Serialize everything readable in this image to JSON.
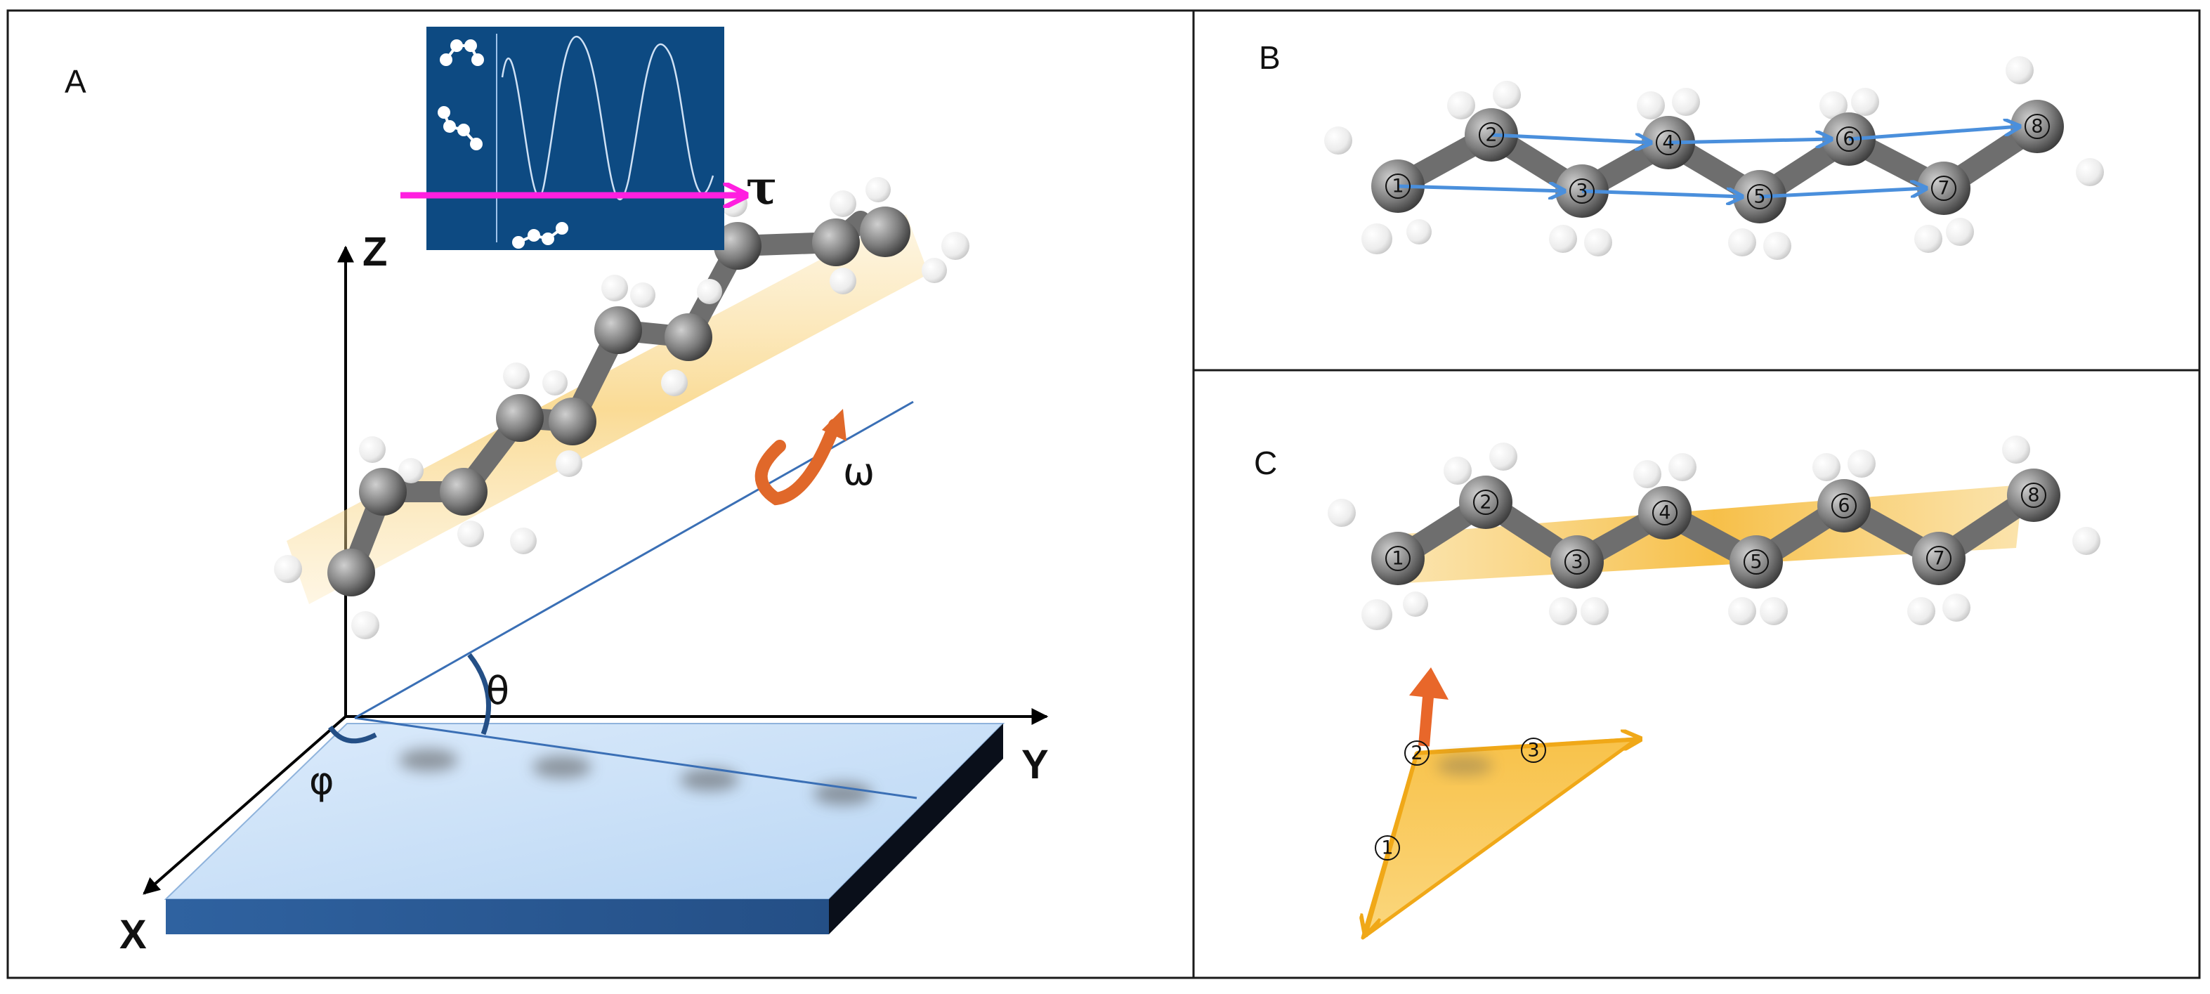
{
  "panels": {
    "a": {
      "label": "A",
      "axes": {
        "x": "X",
        "y": "Y",
        "z": "Z"
      },
      "angles": {
        "theta": "θ",
        "phi": "φ",
        "omega": "ω"
      },
      "inset": {
        "time_label": "τ"
      }
    },
    "b": {
      "label": "B",
      "atoms": [
        "1",
        "2",
        "3",
        "4",
        "5",
        "6",
        "7",
        "8"
      ]
    },
    "c": {
      "label": "C",
      "atoms": [
        "1",
        "2",
        "3",
        "4",
        "5",
        "6",
        "7",
        "8"
      ],
      "triangle_atoms": [
        "1",
        "2",
        "3"
      ]
    }
  },
  "colors": {
    "border": "#1a1a1a",
    "carbon": "#7d7d7d",
    "bond": "#6e6e6e",
    "hydrogen": "#f2f2f2",
    "plane": "#f5b428",
    "substrate_top": "#cfe4fa",
    "substrate_side": "#2c5d95",
    "inset_bg": "#0d4a82",
    "tau_arrow": "#ff1fe0",
    "vector_arrow": "#4a8fdc",
    "rotation_arrow": "#e0682a",
    "normal_arrow": "#e8672a",
    "axis_line": "#3a6fb5"
  },
  "icons": [
    "molecule-ball-stick-icon",
    "rotation-arrow-icon",
    "normal-vector-arrow-icon"
  ]
}
